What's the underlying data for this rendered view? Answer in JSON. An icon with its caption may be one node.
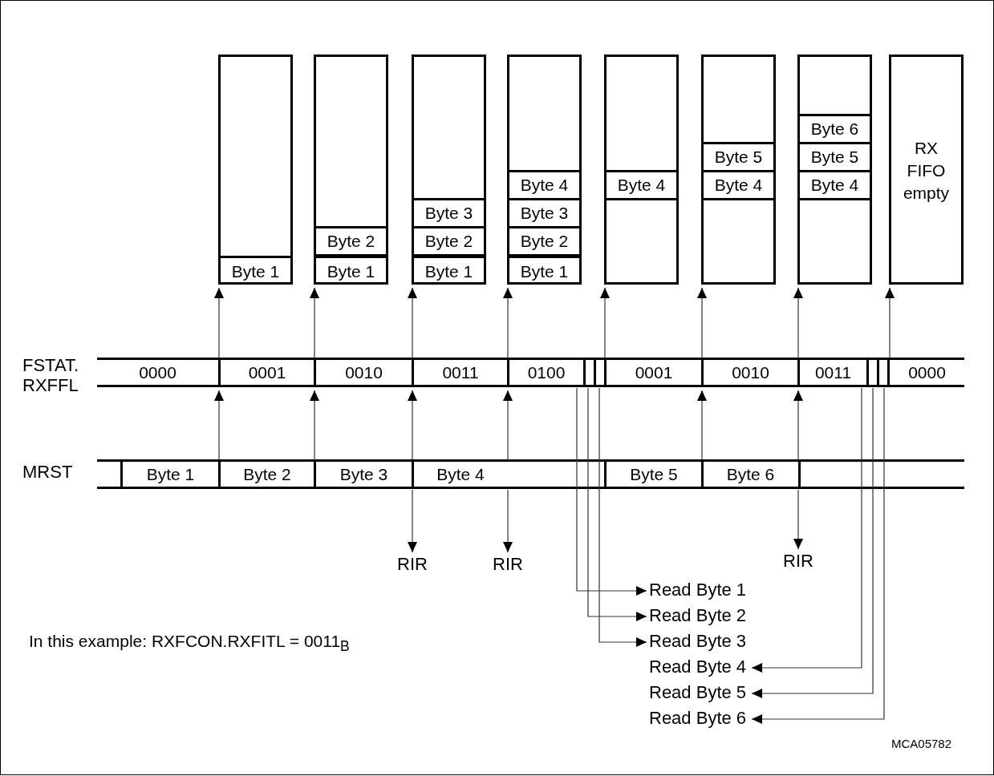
{
  "diagram": {
    "nodes": [
      {
        "text": [],
        "shape": "box"
      },
      {
        "text": [
          "Byte 1"
        ],
        "in": 0
      },
      {
        "text": [],
        "shape": "box"
      },
      {
        "text": [
          "Byte 2"
        ],
        "in": 2
      },
      {
        "text": [
          "Byte 1"
        ],
        "in": 2
      },
      {
        "text": [],
        "shape": "box"
      },
      {
        "text": [
          "Byte 3"
        ],
        "in": 5
      },
      {
        "text": [
          "Byte 2"
        ],
        "in": 5
      },
      {
        "text": [
          "Byte 1"
        ],
        "in": 5
      },
      {
        "text": [],
        "shape": "box"
      },
      {
        "text": [
          "Byte 4"
        ],
        "in": 9
      },
      {
        "text": [
          "Byte 3"
        ],
        "in": 9
      },
      {
        "text": [
          "Byte 2"
        ],
        "in": 9
      },
      {
        "text": [
          "Byte 1"
        ],
        "in": 9
      },
      {
        "text": [],
        "shape": "box"
      },
      {
        "text": [
          "Byte 4"
        ],
        "in": 14
      },
      {
        "text": [],
        "shape": "box"
      },
      {
        "text": [
          "Byte 5"
        ],
        "in": 16
      },
      {
        "text": [
          "Byte 4"
        ],
        "in": 16
      },
      {
        "text": [],
        "shape": "box"
      },
      {
        "text": [
          "Byte 6"
        ],
        "in": 19
      },
      {
        "text": [
          "Byte 5"
        ],
        "in": 19
      },
      {
        "text": [
          "Byte 4"
        ],
        "in": 19
      },
      {
        "text": [
          "RX FIFO empty"
        ]
      },
      {
        "text": [
          "0000"
        ]
      },
      {
        "text": [
          "0001"
        ]
      },
      {
        "text": [
          "0010"
        ]
      },
      {
        "text": [
          "0011"
        ]
      },
      {
        "text": [
          "0100"
        ]
      },
      {
        "text": [],
        "shape": "box"
      },
      {
        "text": [],
        "shape": "box"
      },
      {
        "text": [
          "0001"
        ]
      },
      {
        "text": [
          "0010"
        ]
      },
      {
        "text": [
          "0011"
        ]
      },
      {
        "text": [],
        "shape": "box"
      },
      {
        "text": [],
        "shape": "box"
      },
      {
        "text": [
          "0000"
        ]
      },
      {
        "text": [
          "Byte 1"
        ]
      },
      {
        "text": [
          "Byte 2"
        ]
      },
      {
        "text": [
          "Byte 3"
        ]
      },
      {
        "text": [
          "Byte 4"
        ]
      },
      {
        "text": [
          "Byte 5"
        ]
      },
      {
        "text": [
          "Byte 6"
        ]
      },
      {
        "text": [
          "RIR"
        ]
      },
      {
        "text": [
          "RIR"
        ]
      },
      {
        "text": [
          "RIR"
        ]
      },
      {
        "text": [
          "Read Byte 1"
        ]
      },
      {
        "text": [
          "Read Byte 2"
        ]
      },
      {
        "text": [
          "Read Byte 3"
        ]
      },
      {
        "text": [
          "Read Byte 4"
        ]
      },
      {
        "text": [
          "Read Byte 5"
        ]
      },
      {
        "text": [
          "Read Byte 6"
        ]
      }
    ],
    "edges": [
      {
        "from": 25,
        "to": 0,
        "arrow": "to"
      },
      {
        "from": 26,
        "to": 2,
        "arrow": "to"
      },
      {
        "from": 27,
        "to": 5,
        "arrow": "to"
      },
      {
        "from": 28,
        "to": 9,
        "arrow": "to"
      },
      {
        "from": 31,
        "to": 14,
        "arrow": "to"
      },
      {
        "from": 32,
        "to": 16,
        "arrow": "to"
      },
      {
        "from": 33,
        "to": 19,
        "arrow": "to"
      },
      {
        "from": 36,
        "to": 23,
        "arrow": "to"
      },
      {
        "from": 37,
        "to": 25,
        "arrow": "to"
      },
      {
        "from": 38,
        "to": 26,
        "arrow": "to"
      },
      {
        "from": 39,
        "to": 27,
        "arrow": "to"
      },
      {
        "from": 40,
        "to": 28,
        "arrow": "to"
      },
      {
        "from": 41,
        "to": 32,
        "arrow": "to"
      },
      {
        "from": 42,
        "to": 33,
        "arrow": "to"
      },
      {
        "from": 39,
        "to": 43,
        "arrow": "to"
      },
      {
        "from": 40,
        "to": 44,
        "arrow": "to"
      },
      {
        "from": 42,
        "to": 45,
        "arrow": "to"
      },
      {
        "from": 28,
        "to": 46,
        "arrow": "to"
      },
      {
        "from": 29,
        "to": 47,
        "arrow": "to"
      },
      {
        "from": 30,
        "to": 48,
        "arrow": "to"
      },
      {
        "from": 33,
        "to": 49,
        "arrow": "to"
      },
      {
        "from": 34,
        "to": 50,
        "arrow": "to"
      },
      {
        "from": 35,
        "to": 51,
        "arrow": "to"
      }
    ],
    "labels": [
      "FSTAT. RXFFL",
      "MRST",
      "In this example: RXFCON.RXFITL = 0011$_{B}$",
      "MCA05782"
    ]
  }
}
